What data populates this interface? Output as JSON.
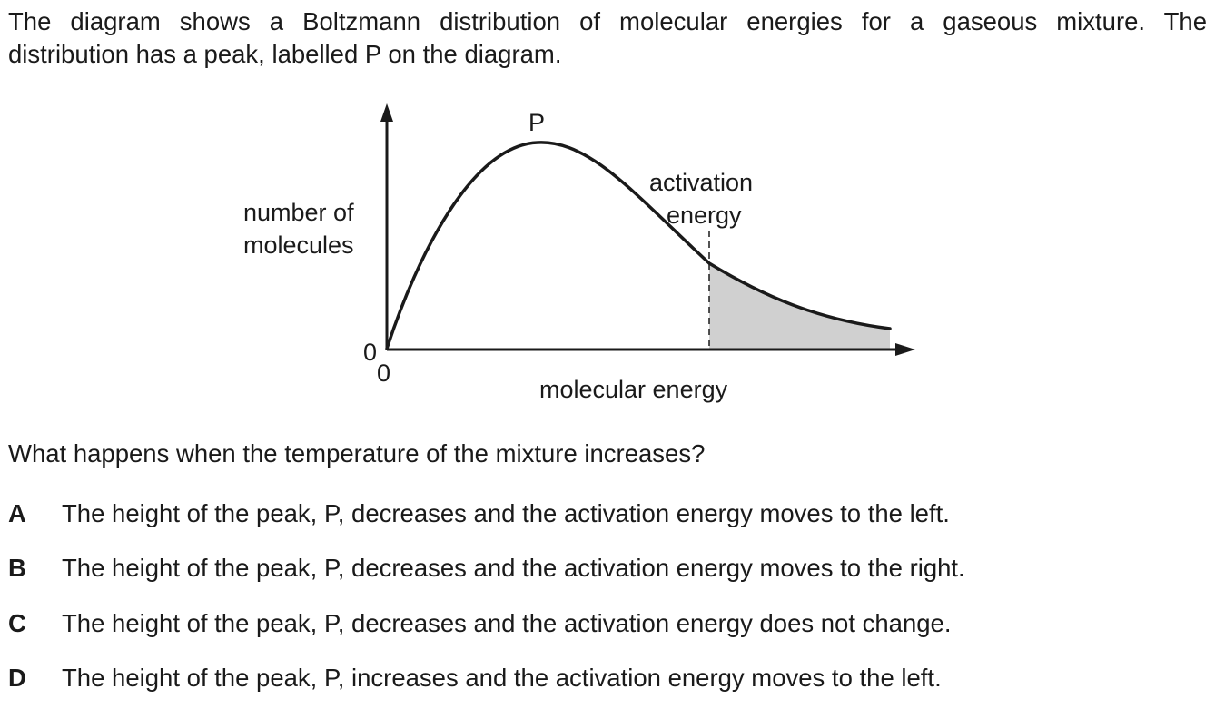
{
  "intro": {
    "line1": "The diagram shows a Boltzmann distribution of molecular energies for a gaseous mixture. The",
    "line2": "distribution has a peak, labelled P on the diagram."
  },
  "diagram": {
    "peak_label": "P",
    "y_axis_label_line1": "number of",
    "y_axis_label_line2": "molecules",
    "x_axis_label": "molecular energy",
    "origin_y": "0",
    "origin_x": "0",
    "activation_label_line1": "activation",
    "activation_label_line2": "energy",
    "shaded_fill": "#d0d0d0",
    "line_color": "#1a1a1a"
  },
  "question": "What happens when the temperature of the mixture increases?",
  "options": [
    {
      "letter": "A",
      "text": "The height of the peak, P, decreases and the activation energy moves to the left."
    },
    {
      "letter": "B",
      "text": "The height of the peak, P, decreases and the activation energy moves to the right."
    },
    {
      "letter": "C",
      "text": "The height of the peak, P, decreases and the activation energy does not change."
    },
    {
      "letter": "D",
      "text": "The height of the peak, P, increases and the activation energy moves to the left."
    }
  ]
}
